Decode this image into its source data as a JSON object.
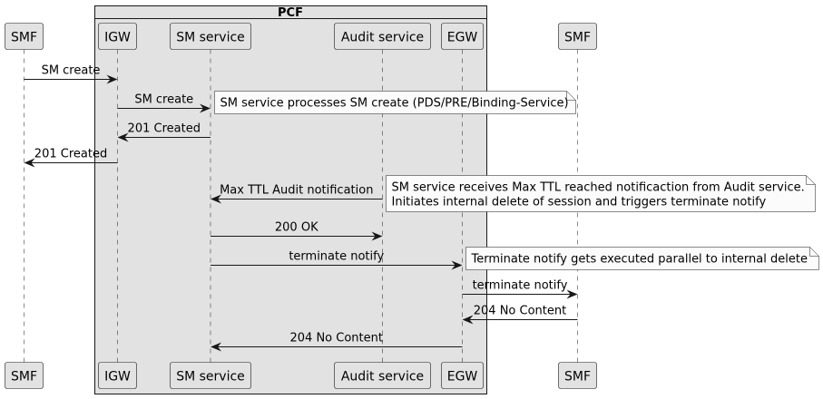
{
  "group": {
    "title": "PCF"
  },
  "participants": [
    {
      "id": "smf1",
      "label": "SMF"
    },
    {
      "id": "igw",
      "label": "IGW"
    },
    {
      "id": "sm",
      "label": "SM service"
    },
    {
      "id": "audit",
      "label": "Audit service"
    },
    {
      "id": "egw",
      "label": "EGW"
    },
    {
      "id": "smf2",
      "label": "SMF"
    }
  ],
  "messages": [
    {
      "from": "smf1",
      "to": "igw",
      "label": "SM create"
    },
    {
      "from": "igw",
      "to": "sm",
      "label": "SM create"
    },
    {
      "from": "sm",
      "to": "igw",
      "label": "201 Created"
    },
    {
      "from": "igw",
      "to": "smf1",
      "label": "201 Created"
    },
    {
      "from": "audit",
      "to": "sm",
      "label": "Max TTL Audit notification"
    },
    {
      "from": "sm",
      "to": "audit",
      "label": "200 OK"
    },
    {
      "from": "sm",
      "to": "egw",
      "label": "terminate notify"
    },
    {
      "from": "egw",
      "to": "smf2",
      "label": "terminate notify"
    },
    {
      "from": "smf2",
      "to": "egw",
      "label": "204 No Content"
    },
    {
      "from": "egw",
      "to": "sm",
      "label": "204 No Content"
    }
  ],
  "notes": [
    {
      "lines": [
        "SM service processes SM create (PDS/PRE/Binding-Service)"
      ]
    },
    {
      "lines": [
        "SM service receives Max TTL reached notificaction from Audit service.",
        "Initiates internal delete of session and triggers terminate notify"
      ]
    },
    {
      "lines": [
        "Terminate notify gets executed parallel to internal delete"
      ]
    }
  ],
  "colors": {
    "participant_fill": "#e2e2e2",
    "group_fill": "#e2e2e2",
    "note_fill": "#fbfbfb",
    "border": "#181818",
    "lifeline": "#181818"
  }
}
